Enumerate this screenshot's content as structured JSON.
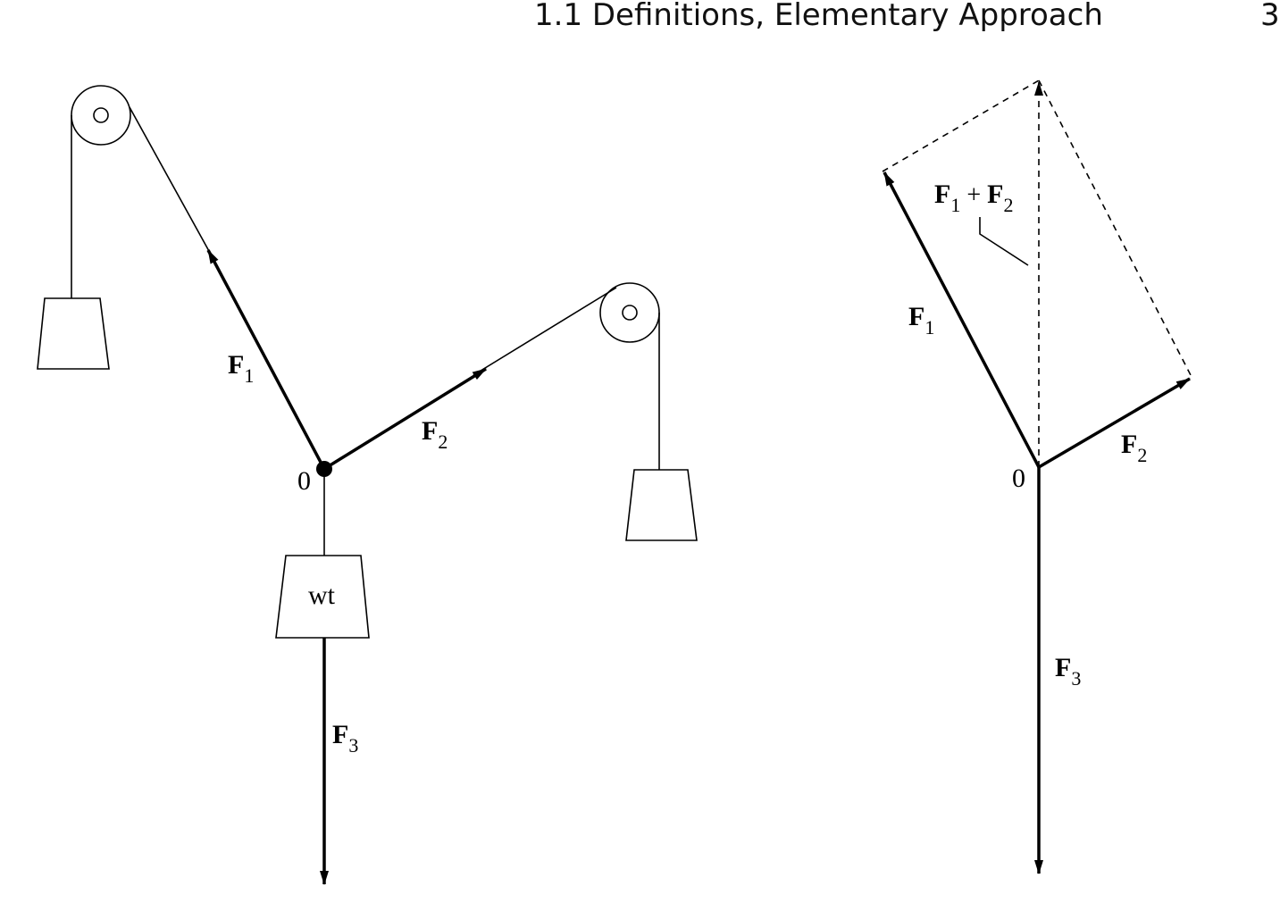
{
  "header": {
    "section_title": "1.1  Definitions, Elementary Approach",
    "page_number": "3"
  },
  "left_diagram": {
    "f1_label": "F",
    "f1_sub": "1",
    "f2_label": "F",
    "f2_sub": "2",
    "f3_label": "F",
    "f3_sub": "3",
    "origin_label": "0",
    "weight_label": "wt"
  },
  "right_diagram": {
    "f1_label": "F",
    "f1_sub": "1",
    "f2_label": "F",
    "f2_sub": "2",
    "f3_label": "F",
    "f3_sub": "3",
    "origin_label": "0",
    "sum_f1": "F",
    "sum_sub1": "1",
    "sum_plus": " + ",
    "sum_f2": "F",
    "sum_sub2": "2"
  },
  "colors": {
    "ink": "#000000",
    "background": "#ffffff"
  }
}
